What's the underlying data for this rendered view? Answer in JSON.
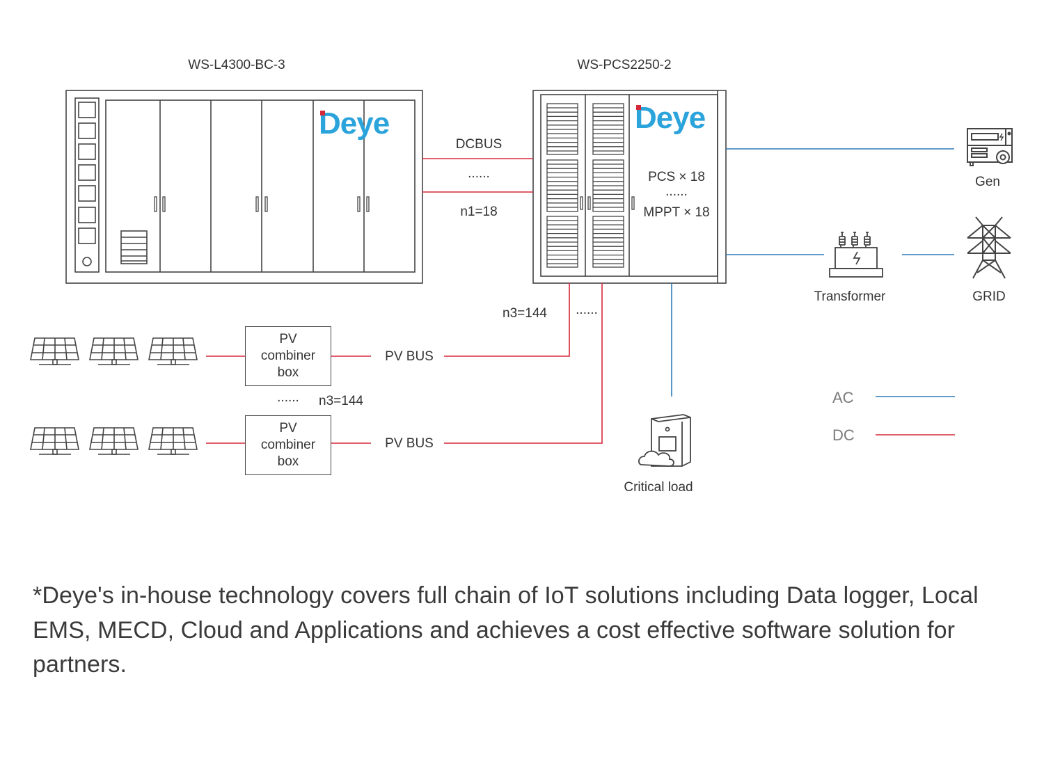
{
  "colors": {
    "ac_line": "#2f7ab5",
    "dc_line": "#d7283a",
    "outline": "#444444",
    "brand_blue": "#2ba3db",
    "brand_red": "#d7283a",
    "text": "#333333",
    "legend_text": "#7a7a7a"
  },
  "battery_cabinet": {
    "model": "WS-L4300-BC-3",
    "brand": "Deye"
  },
  "pcs_cabinet": {
    "model": "WS-PCS2250-2",
    "brand": "Deye",
    "pcs_count": "PCS × 18",
    "ellipsis": "......",
    "mppt_count": "MPPT × 18"
  },
  "dcbus": {
    "label": "DCBUS",
    "ellipsis": "......",
    "count": "n1=18"
  },
  "pv": {
    "rows": [
      {
        "combiner": [
          "PV",
          "combiner",
          "box"
        ],
        "bus_label": "PV BUS"
      },
      {
        "combiner": [
          "PV",
          "combiner",
          "box"
        ],
        "bus_label": "PV BUS"
      }
    ],
    "between_ellipsis": "......",
    "between_count": "n3=144",
    "pcs_side_count": "n3=144",
    "pcs_side_ellipsis": "......"
  },
  "nodes": {
    "gen": "Gen",
    "transformer": "Transformer",
    "grid": "GRID",
    "critical_load": "Critical load"
  },
  "icons": {
    "gen": "generator-icon",
    "transformer": "transformer-icon",
    "grid": "power-tower-icon",
    "critical_load": "critical-load-icon",
    "solar": "solar-panel-icon"
  },
  "legend": [
    {
      "label": "AC",
      "type": "ac"
    },
    {
      "label": "DC",
      "type": "dc"
    }
  ],
  "footnote": "*Deye's in-house technology covers full chain of IoT solutions including Data logger, Local EMS, MECD, Cloud and Applications and achieves a cost effective software solution for partners."
}
